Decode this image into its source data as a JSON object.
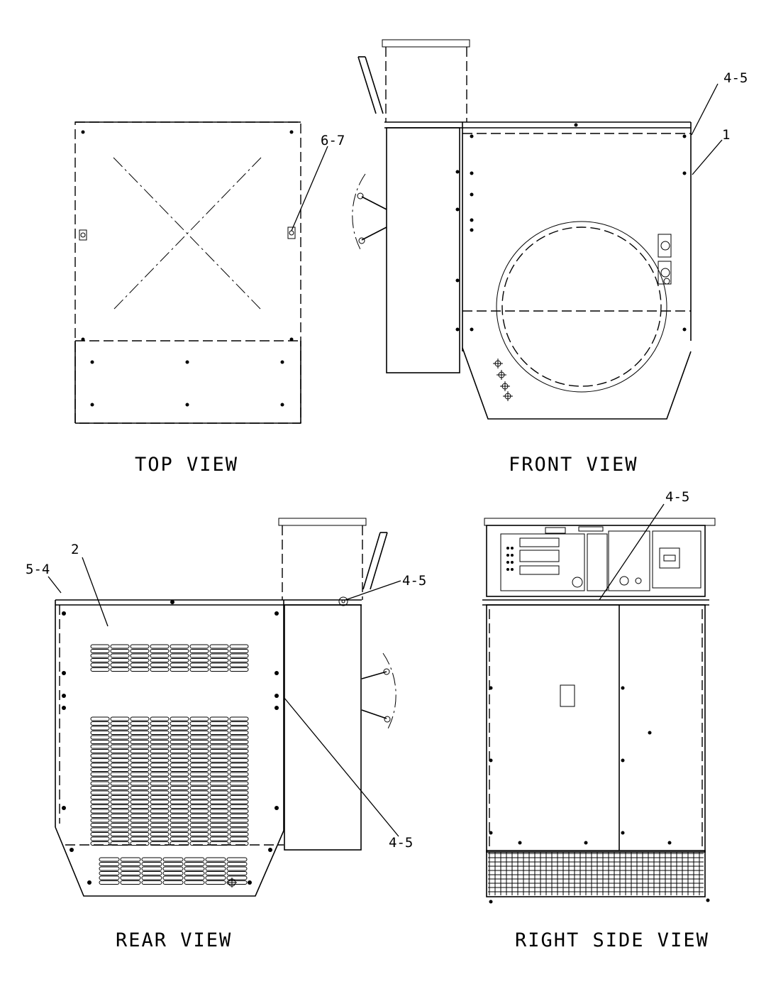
{
  "views": {
    "top": {
      "title": "TOP VIEW",
      "callouts": [
        "6-7"
      ]
    },
    "front": {
      "title": "FRONT VIEW",
      "callouts": [
        "4-5",
        "1"
      ]
    },
    "rear": {
      "title": "REAR VIEW",
      "callouts": [
        "5-4",
        "2",
        "4-5",
        "4-5"
      ]
    },
    "right_side": {
      "title": "RIGHT SIDE VIEW",
      "callouts": [
        "4-5"
      ]
    }
  }
}
